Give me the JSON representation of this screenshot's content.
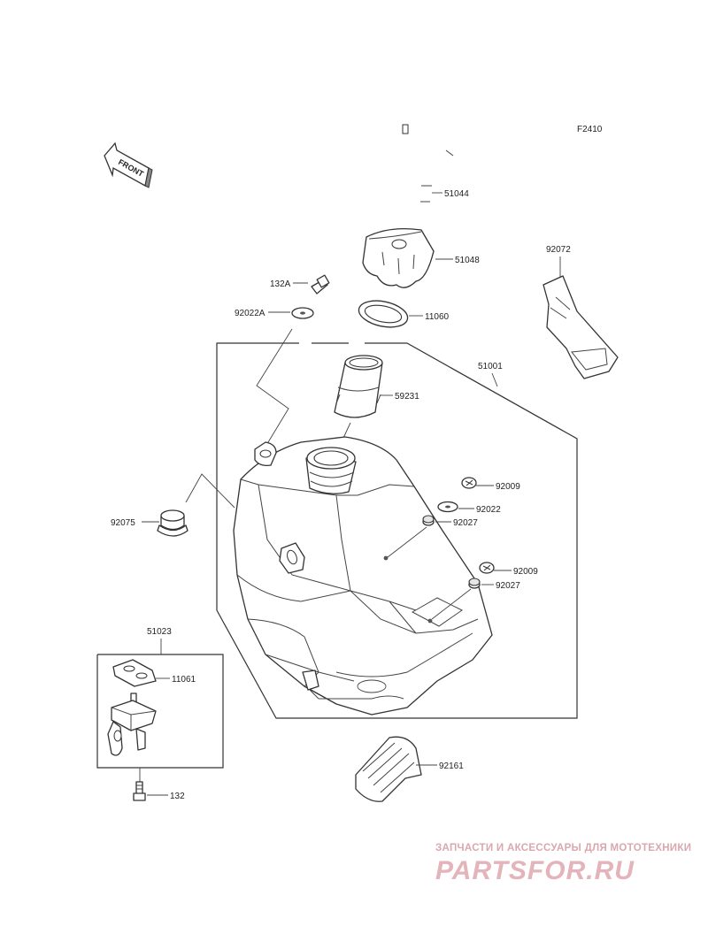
{
  "figure_code": "F2410",
  "front_label": "FRONT",
  "parts": {
    "p51044": "51044",
    "p51048": "51048",
    "p92072": "92072",
    "p132A": "132A",
    "p92022A": "92022A",
    "p11060": "11060",
    "p51001": "51001",
    "p59231": "59231",
    "p92009a": "92009",
    "p92022": "92022",
    "p92027a": "92027",
    "p92075": "92075",
    "p92009b": "92009",
    "p92027b": "92027",
    "p51023": "51023",
    "p11061": "11061",
    "p92161": "92161",
    "p132": "132"
  },
  "watermark": {
    "tagline": "ЗАПЧАСТИ И АКСЕССУАРЫ ДЛЯ МОТОТЕХНИКИ",
    "brand": "PARTSFOR.RU"
  }
}
